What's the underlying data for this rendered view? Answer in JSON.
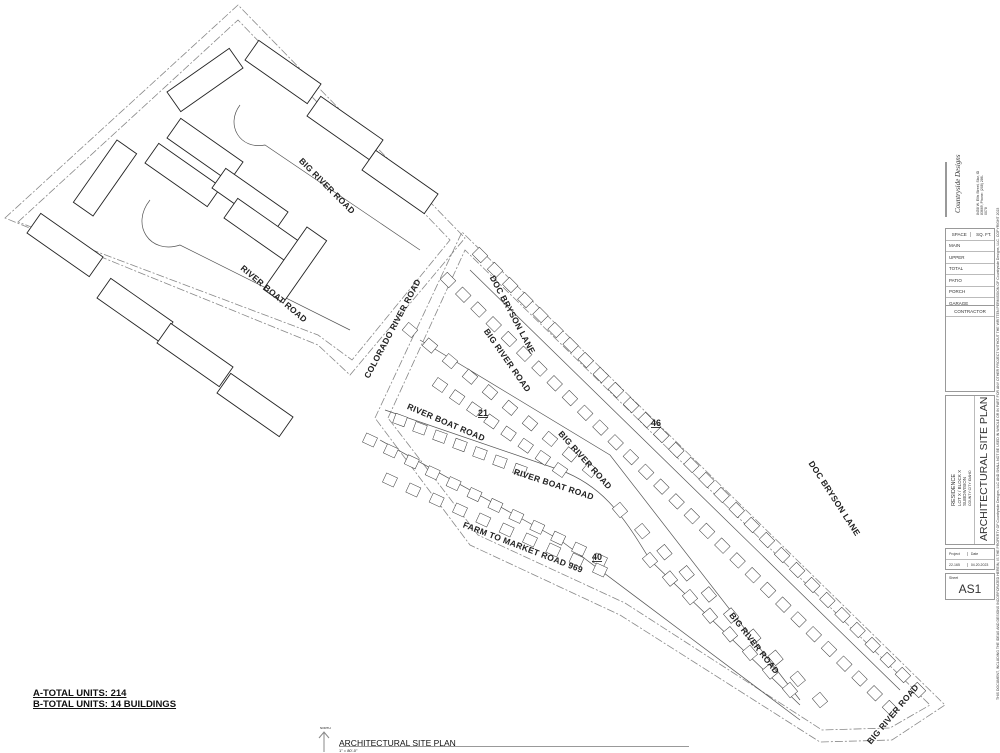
{
  "plan": {
    "roads": [
      {
        "label": "BIG RIVER ROAD"
      },
      {
        "label": "RIVER BOAT ROAD"
      },
      {
        "label": "COLORADO RIVER ROAD"
      },
      {
        "label": "DOC BRYSON LANE"
      },
      {
        "label": "BIG RIVER ROAD"
      },
      {
        "label": "RIVER BOAT ROAD"
      },
      {
        "label": "BIG RIVER ROAD"
      },
      {
        "label": "RIVER BOAT ROAD"
      },
      {
        "label": "DOC BRYSON LANE"
      },
      {
        "label": "FARM TO MARKET ROAD 969"
      },
      {
        "label": "BIG RIVER ROAD"
      },
      {
        "label": "BIG RIVER ROAD"
      }
    ],
    "block_counts": [
      "21",
      "46",
      "40"
    ]
  },
  "totals": {
    "a": "A-TOTAL UNITS: 214",
    "b": "B-TOTAL UNITS: 14 BUILDINGS"
  },
  "north_label": "NORTH",
  "footer": {
    "title": "ARCHITECTURAL SITE PLAN",
    "scale": "1\" = 80'-0\""
  },
  "title_block": {
    "logo_text": "Countryside Designs",
    "address": "8458 W. Ellis Street, Star, ID 83669, Phone: (208) 286-0078",
    "space_header": "SPACE",
    "sqft_header": "SQ. FT.",
    "spaces": [
      "MAIN",
      "UPPER",
      "TOTAL",
      "PATIO",
      "PORCH",
      "GARAGE"
    ],
    "contractor": "CONTRACTOR",
    "residence": "RESIDENCE",
    "lot_block": "LOT X / BLOCK X",
    "subdivision": "SUBDIVISION",
    "location": "COUNTY    CITY    IDAHO",
    "sheet_title": "ARCHITECTURAL SITE PLAN",
    "project_label": "Project",
    "project_value": "22-165",
    "date_label": "Date",
    "date_value": "04.20.2023",
    "sheet_label": "Sheet",
    "sheet_value": "AS1",
    "disclaimer": "THIS DOCUMENT, INCLUDING THE IDEAS AND DESIGNS INCORPORATED HEREIN, IS THE PROPERTY OF Countryside Designs, LLC AND SHALL NOT BE USED IN WHOLE OR IN PART FOR ANY OTHER PROJECT WITHOUT THE WRITTEN PERMISSION OF Countryside Designs, LLC. COPYRIGHT 2023"
  }
}
